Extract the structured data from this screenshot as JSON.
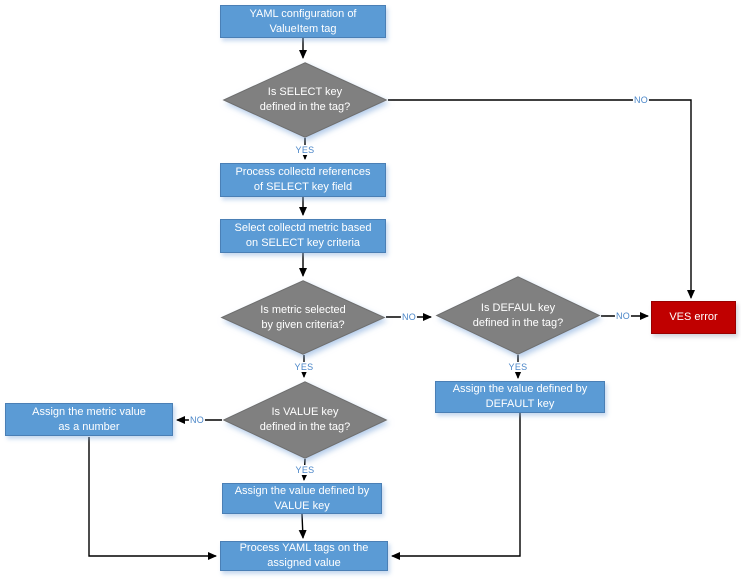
{
  "diagram": {
    "type": "flowchart",
    "background": "#ffffff",
    "nodes": {
      "start": {
        "label": "YAML configuration of\nValueItem tag",
        "type": "process"
      },
      "is_select_key": {
        "label": "Is SELECT key\ndefined in the tag?",
        "type": "decision"
      },
      "process_references": {
        "label": "Process collectd references\nof SELECT key field",
        "type": "process"
      },
      "select_metric": {
        "label": "Select collectd metric based\non SELECT key criteria",
        "type": "process"
      },
      "is_metric_selected": {
        "label": "Is metric selected\nby given criteria?",
        "type": "decision"
      },
      "is_default_key": {
        "label": "Is DEFAUL key\ndefined in the tag?",
        "type": "decision"
      },
      "ves_error": {
        "label": "VES error",
        "type": "error"
      },
      "assign_default": {
        "label": "Assign the value defined by\nDEFAULT key",
        "type": "process"
      },
      "is_value_key": {
        "label": "Is VALUE key\ndefined in the tag?",
        "type": "decision"
      },
      "assign_number": {
        "label": "Assign the metric value\nas a number",
        "type": "process"
      },
      "assign_value": {
        "label": "Assign the value defined by\nVALUE key",
        "type": "process"
      },
      "process_tags": {
        "label": "Process YAML tags on the\nassigned value",
        "type": "process"
      }
    },
    "labels": {
      "yes": "YES",
      "no": "NO"
    },
    "edges": [
      {
        "from": "start",
        "to": "is_select_key",
        "label": ""
      },
      {
        "from": "is_select_key",
        "to": "process_references",
        "label": "YES"
      },
      {
        "from": "is_select_key",
        "to": "ves_error",
        "label": "NO"
      },
      {
        "from": "process_references",
        "to": "select_metric",
        "label": ""
      },
      {
        "from": "select_metric",
        "to": "is_metric_selected",
        "label": ""
      },
      {
        "from": "is_metric_selected",
        "to": "is_value_key",
        "label": "YES"
      },
      {
        "from": "is_metric_selected",
        "to": "is_default_key",
        "label": "NO"
      },
      {
        "from": "is_default_key",
        "to": "assign_default",
        "label": "YES"
      },
      {
        "from": "is_default_key",
        "to": "ves_error",
        "label": "NO"
      },
      {
        "from": "assign_default",
        "to": "process_tags",
        "label": ""
      },
      {
        "from": "is_value_key",
        "to": "assign_value",
        "label": "YES"
      },
      {
        "from": "is_value_key",
        "to": "assign_number",
        "label": "NO"
      },
      {
        "from": "assign_value",
        "to": "process_tags",
        "label": ""
      },
      {
        "from": "assign_number",
        "to": "process_tags",
        "label": ""
      }
    ],
    "colors": {
      "process_fill": "#5B9BD5",
      "process_border": "#4a7fb5",
      "decision_fill": "#808080",
      "decision_border": "#6e6e6e",
      "error_fill": "#C00000",
      "error_border": "#980000",
      "connector": "#000000",
      "edge_label_text": "#4a86c8",
      "node_text": "#ffffff"
    }
  }
}
